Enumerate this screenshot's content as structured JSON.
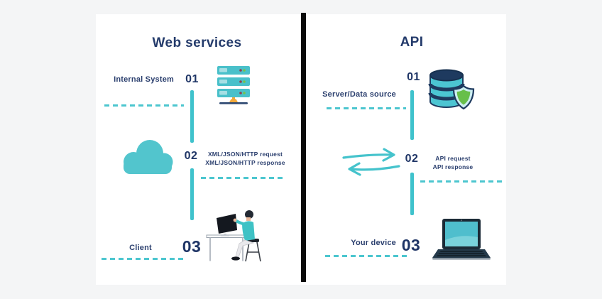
{
  "colors": {
    "background": "#f4f5f6",
    "panel": "#ffffff",
    "divider": "#0a0a0a",
    "navy_text": "#243b6b",
    "teal_line": "#3fc2cc",
    "teal_dash": "#4cc6cf",
    "cloud_teal": "#52c5cd",
    "server_teal": "#49c0ca",
    "stand_orange": "#f2a93b",
    "shield_green": "#67bf4a"
  },
  "left": {
    "title": "Web services",
    "step1": {
      "num": "01",
      "label": "Internal System",
      "icon": "server-stack-icon"
    },
    "step2": {
      "num": "02",
      "line1": "XML/JSON/HTTP request",
      "line2": "XML/JSON/HTTP response",
      "icon": "cloud-icon"
    },
    "step3": {
      "num": "03",
      "label": "Client",
      "icon": "person-at-desk-icon"
    }
  },
  "right": {
    "title": "API",
    "step1": {
      "num": "01",
      "label": "Server/Data source",
      "icon": "database-shield-icon"
    },
    "step2": {
      "num": "02",
      "line1": "API request",
      "line2": "API response",
      "icon": "request-response-arrows-icon"
    },
    "step3": {
      "num": "03",
      "label": "Your device",
      "icon": "laptop-icon"
    }
  }
}
